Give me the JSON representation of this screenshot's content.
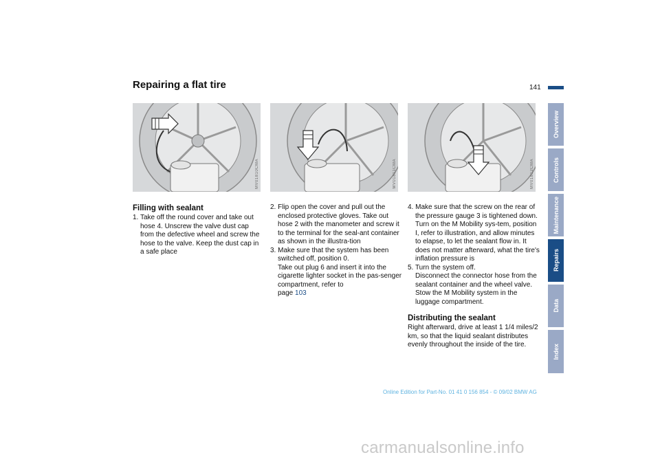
{
  "page": {
    "title": "Repairing a flat tire",
    "number": "141"
  },
  "figures": [
    {
      "code": "MV01810CMA"
    },
    {
      "code": "MV01811CMA"
    },
    {
      "code": "MV01812CMA"
    }
  ],
  "col1": {
    "heading": "Filling with sealant",
    "step1": "1. Take off the round cover and take out hose 4. Unscrew the valve dust cap from the defective wheel and screw the hose to the valve. Keep the dust cap in a safe place"
  },
  "col2": {
    "step2": "2. Flip open the cover and pull out the enclosed protective gloves. Take out hose 2 with the manometer and screw it to the terminal for the seal-ant container as shown in the illustra-tion",
    "step3": "3. Make sure that the system has been switched off, position 0.",
    "step3_cont": "Take out plug 6 and insert it into the cigarette lighter socket in the pas-senger compartment, refer to",
    "step3_page_prefix": "page ",
    "step3_page_link": "103"
  },
  "col3": {
    "step4": "4. Make sure that the screw on the rear of the pressure gauge 3 is tightened down. Turn on the M Mobility sys-tem, position I, refer to illustration, and allow minutes to elapse, to let the sealant flow in. It does not matter afterward, what the tire's inflation pressure is",
    "step5": "5. Turn the system off.",
    "step5_cont": "Disconnect the connector hose from the sealant container and the wheel valve. Stow the M Mobility system in the luggage compartment.",
    "heading2": "Distributing the sealant",
    "para": "Right afterward, drive at least 1 1/4 miles/2 km, so that the liquid sealant distributes evenly throughout the inside of the tire."
  },
  "side_tabs": [
    {
      "label": "Overview",
      "active": false
    },
    {
      "label": "Controls",
      "active": false
    },
    {
      "label": "Maintenance",
      "active": false
    },
    {
      "label": "Repairs",
      "active": true
    },
    {
      "label": "Data",
      "active": false
    },
    {
      "label": "Index",
      "active": false
    }
  ],
  "colors": {
    "accent": "#1a4d86",
    "tab_inactive": "#9aa9c6",
    "footer": "#5fb3e0"
  },
  "footer": "Online Edition for Part-No. 01 41 0 156 854 - © 09/02 BMW AG",
  "watermark": "carmanualsonline.info"
}
